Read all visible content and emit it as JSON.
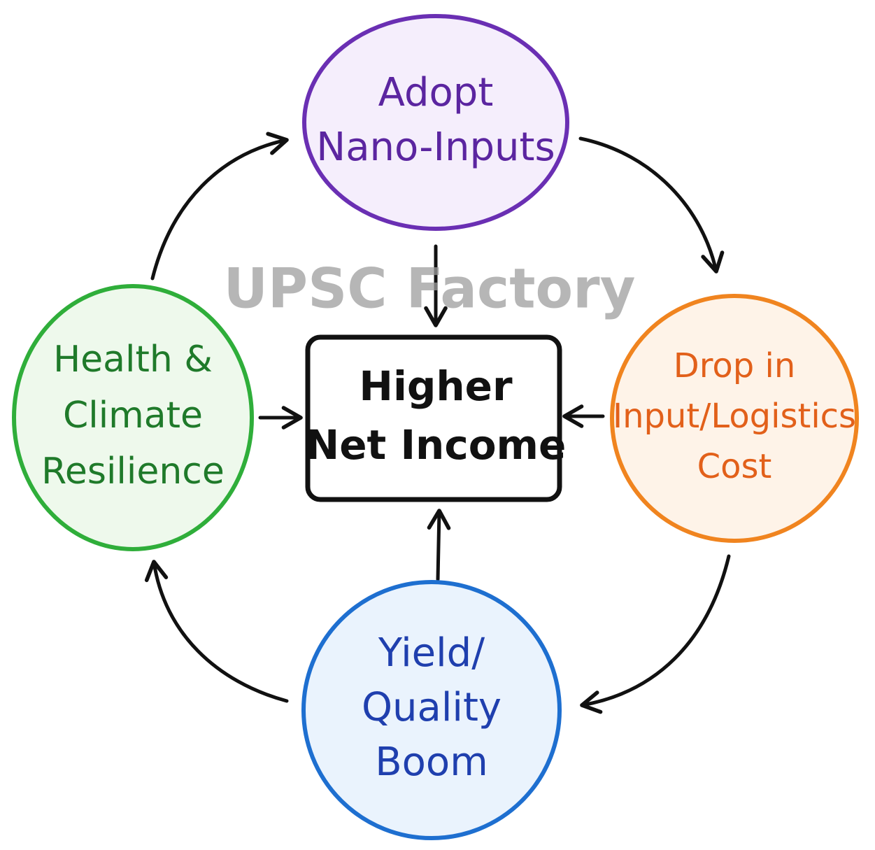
{
  "watermark": "UPSC Factory",
  "center": {
    "lines": [
      "Higher",
      "Net Income"
    ],
    "color": "#111111",
    "fill": "#ffffff"
  },
  "nodes": {
    "top": {
      "lines": [
        "Adopt",
        "Nano-Inputs"
      ],
      "stroke": "#6a2fb3",
      "fill": "#f5eefc",
      "text_color": "#5b25a0"
    },
    "right": {
      "lines": [
        "Drop in",
        "Input/Logistics",
        "Cost"
      ],
      "stroke": "#f0841f",
      "fill": "#fef3e8",
      "text_color": "#e2601a"
    },
    "bottom": {
      "lines": [
        "Yield/",
        "Quality",
        "Boom"
      ],
      "stroke": "#1e6fd0",
      "fill": "#eaf3fd",
      "text_color": "#1f3fae"
    },
    "left": {
      "lines": [
        "Health &",
        "Climate",
        "Resilience"
      ],
      "stroke": "#2fae3a",
      "fill": "#eef9ec",
      "text_color": "#1f7a2a"
    }
  },
  "arrow_color": "#111111"
}
